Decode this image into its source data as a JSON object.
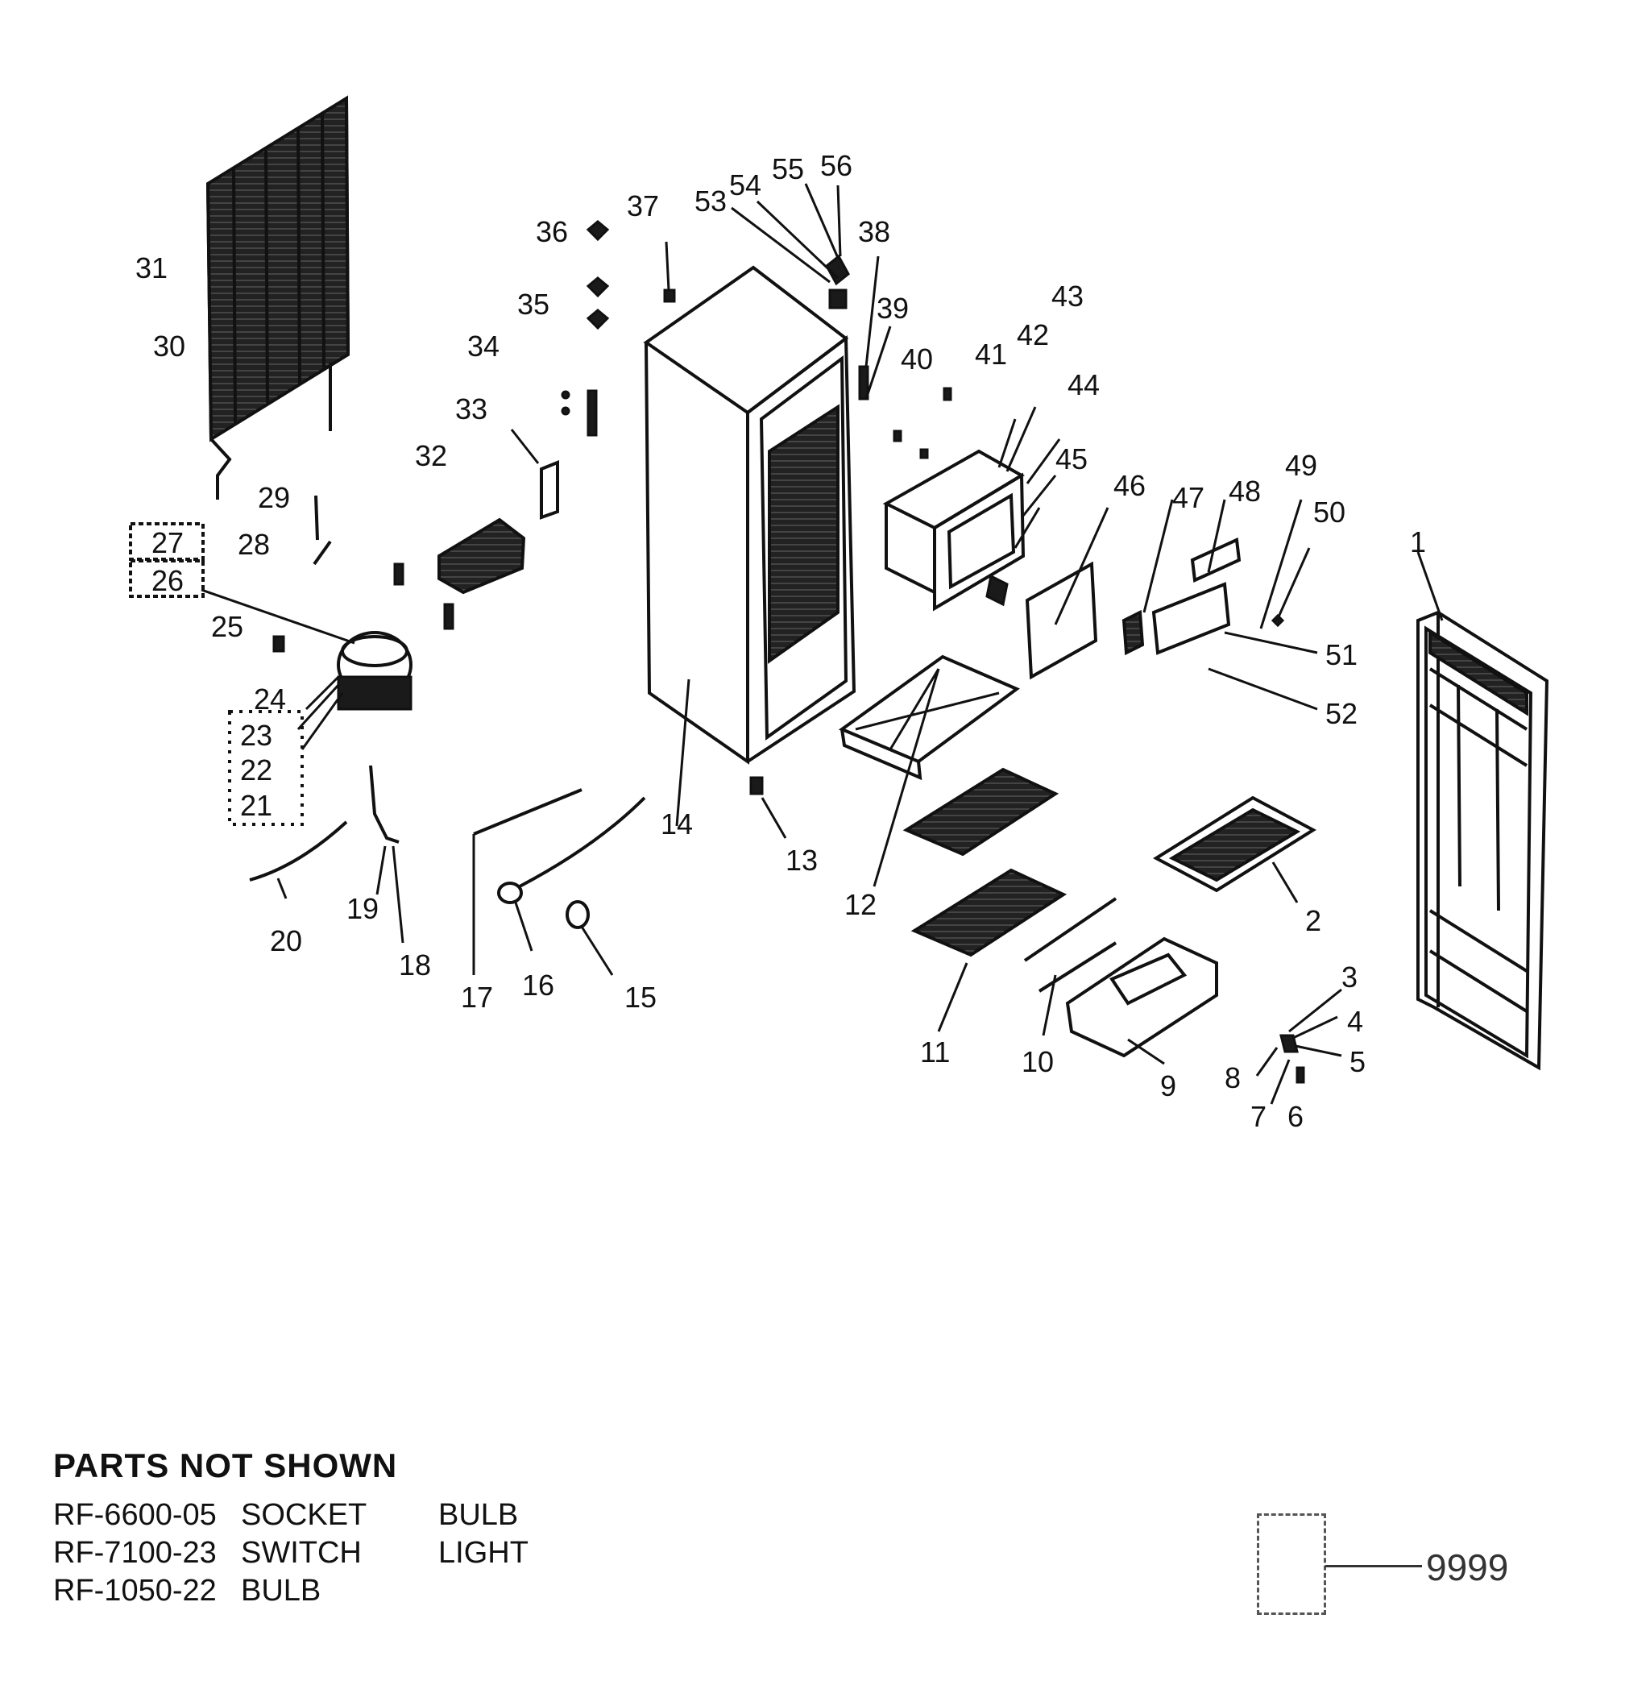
{
  "diagram": {
    "part_labels": [
      "1",
      "2",
      "3",
      "4",
      "5",
      "6",
      "7",
      "8",
      "9",
      "10",
      "11",
      "12",
      "13",
      "14",
      "15",
      "16",
      "17",
      "18",
      "19",
      "20",
      "21",
      "22",
      "23",
      "24",
      "25",
      "26",
      "27",
      "28",
      "29",
      "30",
      "31",
      "32",
      "33",
      "34",
      "35",
      "36",
      "37",
      "38",
      "39",
      "40",
      "41",
      "42",
      "43",
      "44",
      "45",
      "46",
      "47",
      "48",
      "49",
      "50",
      "51",
      "52",
      "53",
      "54",
      "55",
      "56"
    ]
  },
  "parts_not_shown": {
    "title": "PARTS NOT SHOWN",
    "rows": [
      {
        "part_no": "RF-6600-05",
        "name": "SOCKET",
        "extra": "BULB"
      },
      {
        "part_no": "RF-7100-23",
        "name": "SWITCH",
        "extra": "LIGHT"
      },
      {
        "part_no": "RF-1050-22",
        "name": "BULB",
        "extra": ""
      }
    ]
  },
  "reference_code": "9999"
}
